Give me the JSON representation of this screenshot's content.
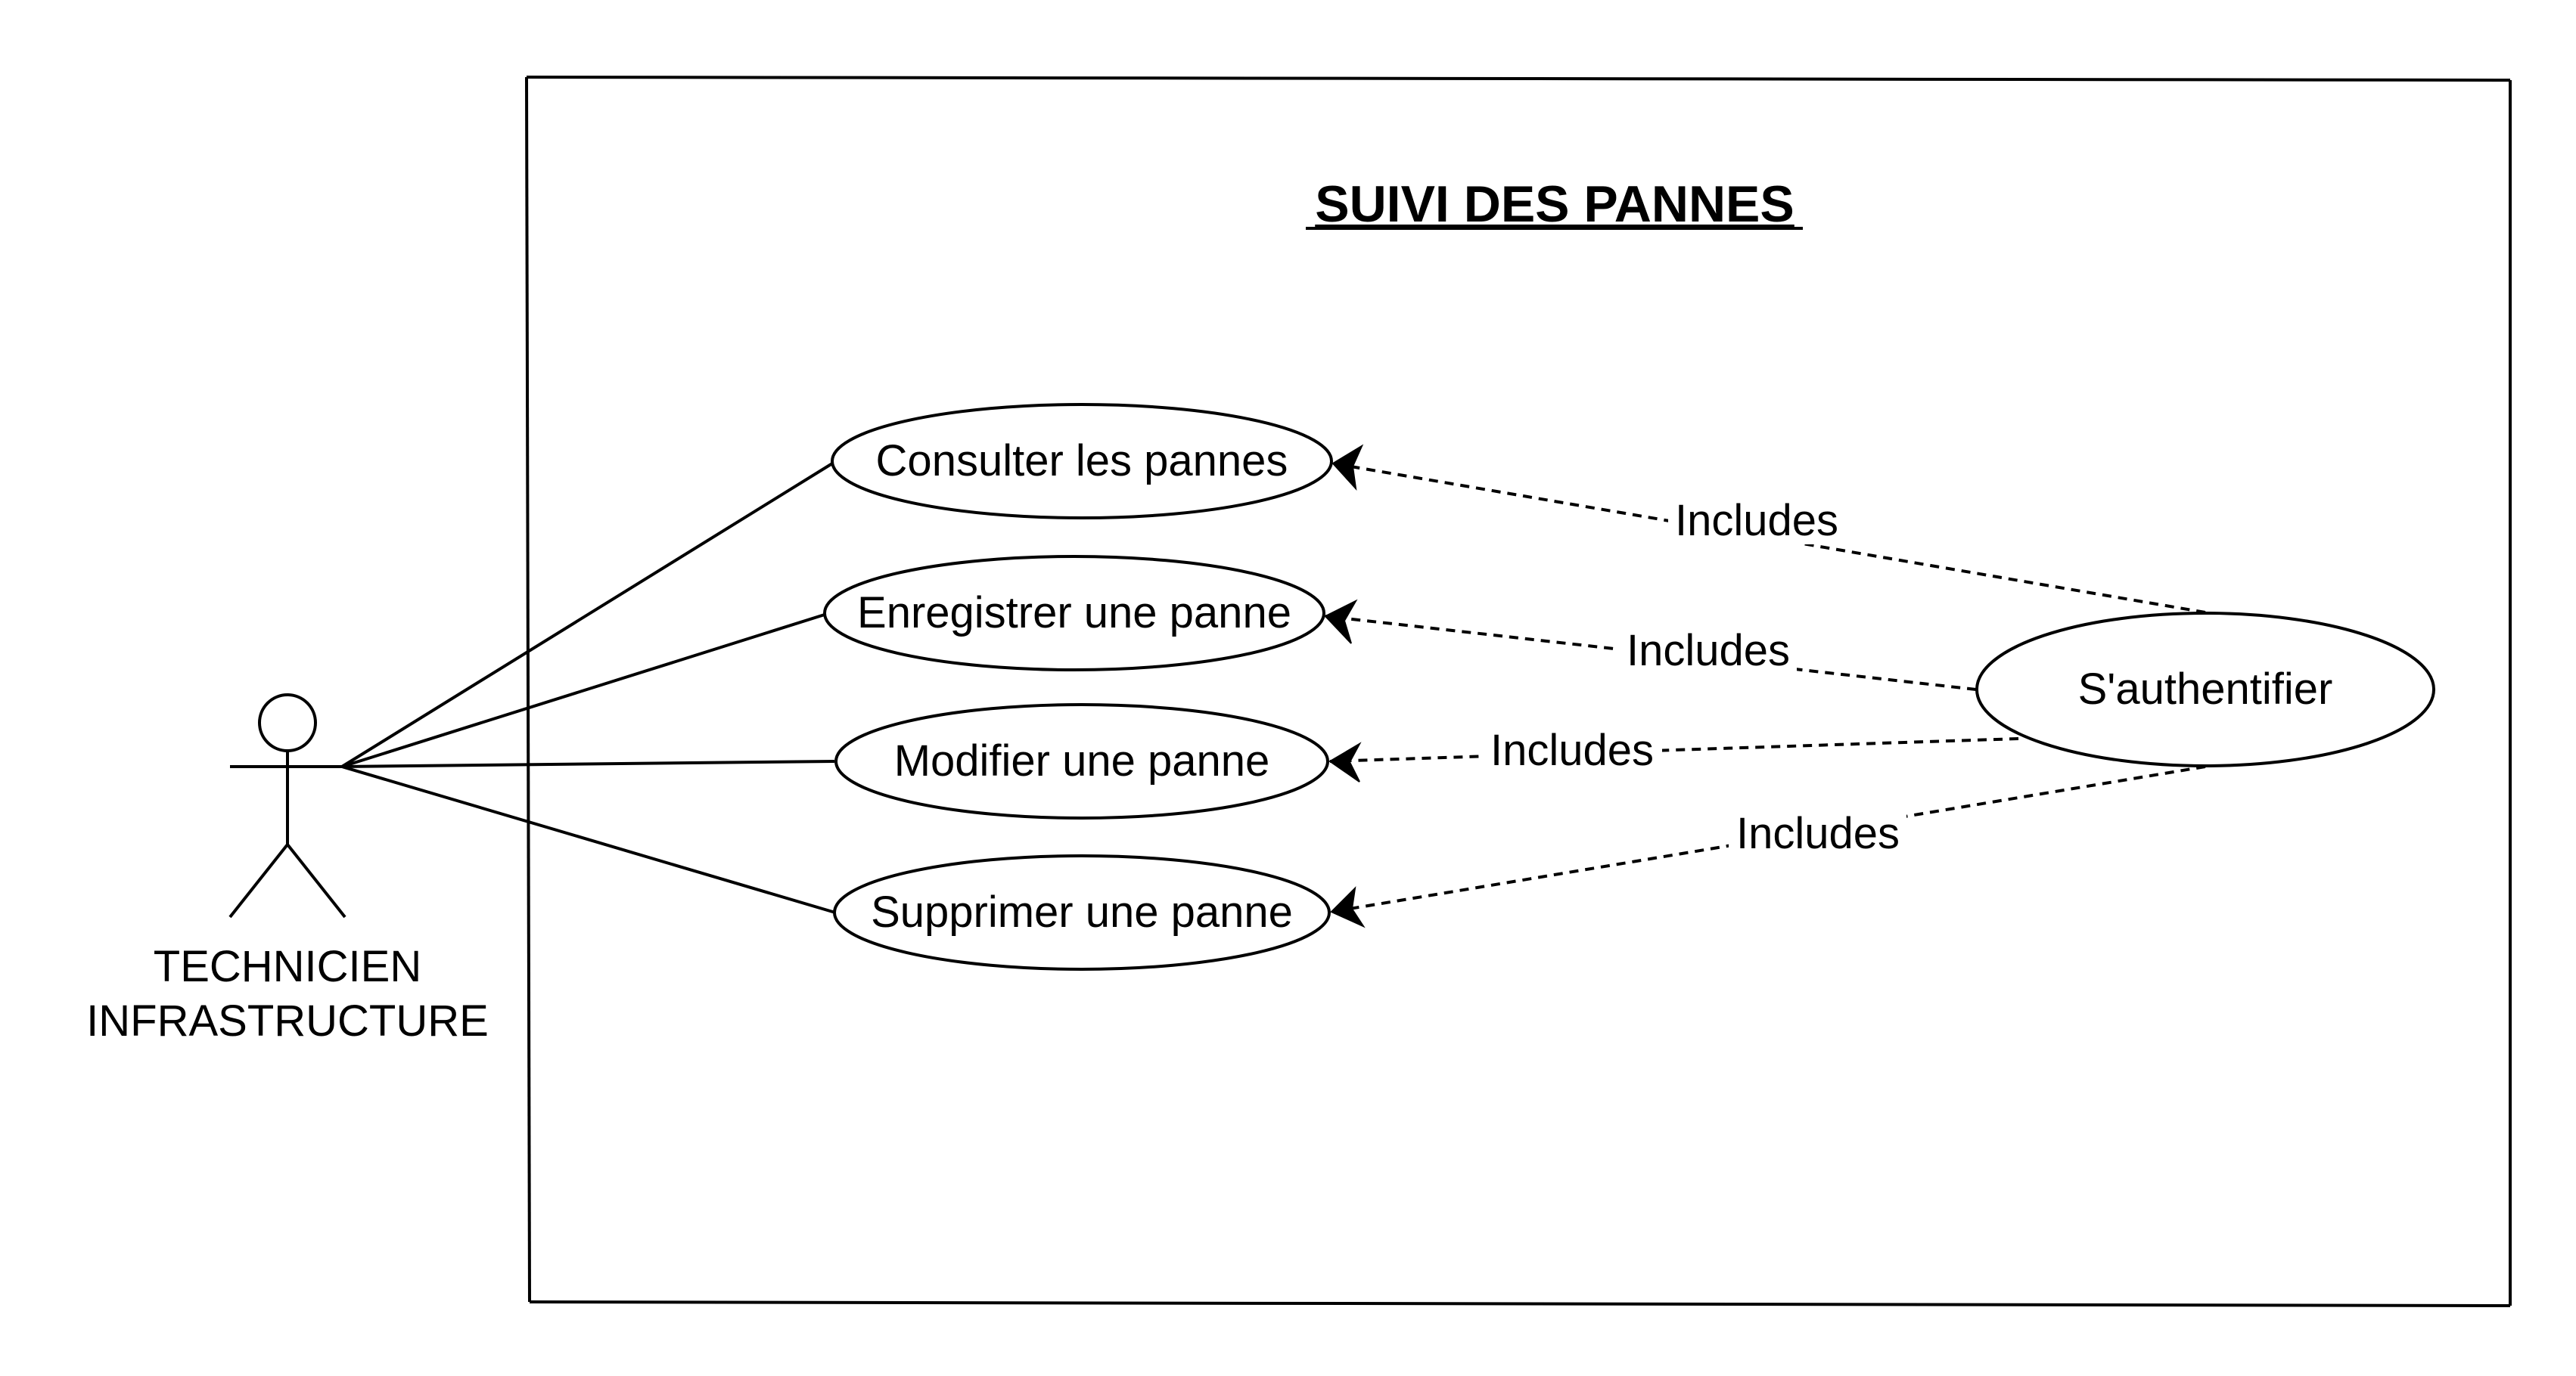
{
  "system": {
    "title": "SUIVI DES PANNES"
  },
  "actor": {
    "name_line1": "TECHNICIEN",
    "name_line2": "INFRASTRUCTURE"
  },
  "use_cases": {
    "consulter": "Consulter les pannes",
    "enregistrer": "Enregistrer une panne",
    "modifier": "Modifier une panne",
    "supprimer": "Supprimer une panne",
    "authentifier": "S'authentifier"
  },
  "relations": {
    "include_label": "Includes"
  }
}
